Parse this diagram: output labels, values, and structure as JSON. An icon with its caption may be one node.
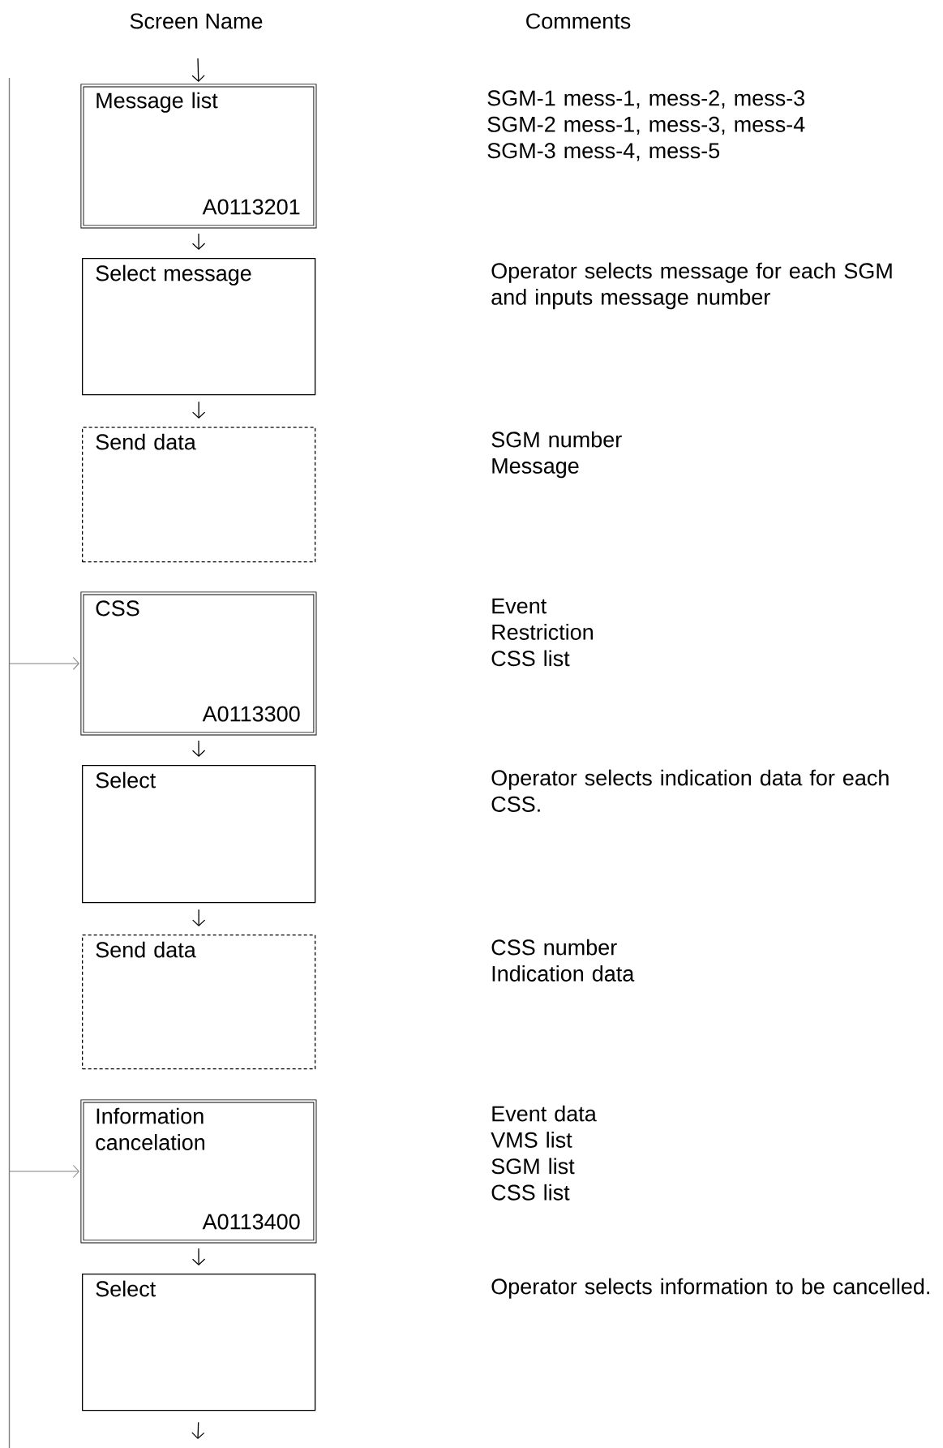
{
  "diagram": {
    "nodes": [
      {
        "text": [
          "Message list",
          "A0113201"
        ]
      },
      {
        "text": [
          "Select message"
        ]
      },
      {
        "text": [
          "Send data"
        ]
      },
      {
        "text": [
          "CSS",
          "A0113300"
        ]
      },
      {
        "text": [
          "Select"
        ]
      },
      {
        "text": [
          "Send data"
        ]
      },
      {
        "text": [
          "Information cancelation",
          "A0113400"
        ]
      },
      {
        "text": [
          "Select"
        ]
      }
    ],
    "edges": [
      {
        "from": null,
        "to": 0,
        "arrow": "to"
      },
      {
        "from": 0,
        "to": 1,
        "arrow": "to"
      },
      {
        "from": 1,
        "to": 2,
        "arrow": "to"
      },
      {
        "from": null,
        "to": 3,
        "arrow": "to",
        "color": "#808080"
      },
      {
        "from": 3,
        "to": 4,
        "arrow": "to"
      },
      {
        "from": 4,
        "to": 5,
        "arrow": "to"
      },
      {
        "from": null,
        "to": 6,
        "arrow": "to",
        "color": "#808080"
      },
      {
        "from": 6,
        "to": 7,
        "arrow": "to"
      },
      {
        "from": 7,
        "to": null,
        "arrow": "to"
      }
    ],
    "labels": [
      "Screen Name",
      "Comments",
      "SGM-1 mess-1, mess-2, mess-3",
      "SGM-2 mess-1, mess-3, mess-4",
      "SGM-3 mess-4, mess-5",
      "Operator selects message for each SGM and inputs message number",
      "SGM number",
      "Message",
      "Event",
      "Restriction",
      "CSS list",
      "Operator selects indication data for each CSS.",
      "CSS number",
      "Indication data",
      "Event data",
      "VMS list",
      "SGM list",
      "CSS list",
      "Operator selects information to be cancelled."
    ]
  }
}
